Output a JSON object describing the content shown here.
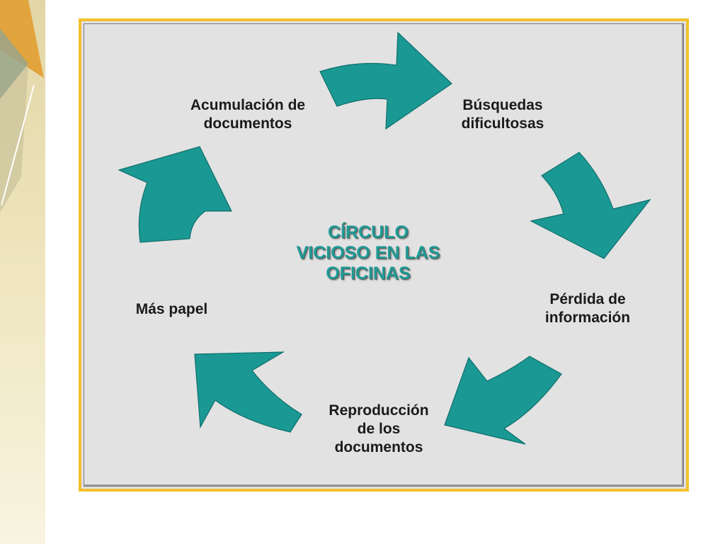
{
  "diagram": {
    "center_title": "CÍRCULO\nVICIOSO EN LAS\nOFICINAS",
    "nodes": [
      {
        "id": "acumulacion",
        "label": "Acumulación de\ndocumentos"
      },
      {
        "id": "busquedas",
        "label": "Búsquedas\ndificultosas"
      },
      {
        "id": "perdida",
        "label": "Pérdida de\ninformación"
      },
      {
        "id": "reproduccion",
        "label": "Reproducción\nde los\ndocumentos"
      },
      {
        "id": "mas-papel",
        "label": "Más papel"
      }
    ],
    "colors": {
      "arrow": "#1a9894",
      "center_title": "#1e9a95",
      "frame_border": "#f2c12e",
      "panel_background": "#e2e2e2"
    }
  }
}
